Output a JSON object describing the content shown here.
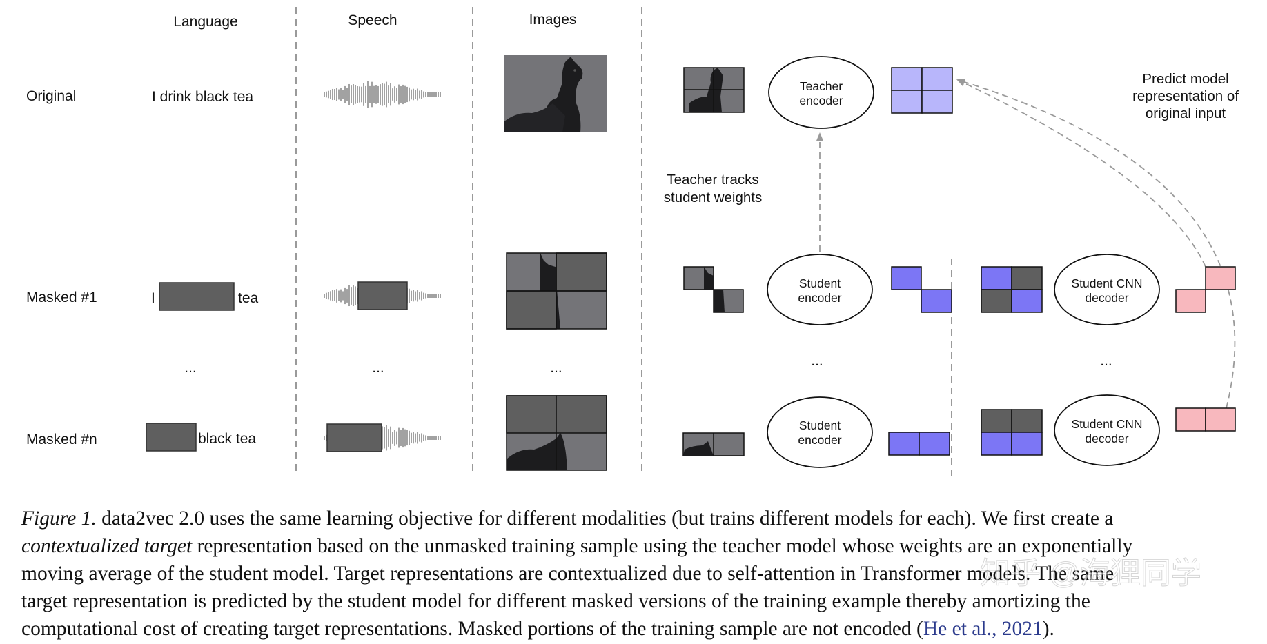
{
  "headers": {
    "language": "Language",
    "speech": "Speech",
    "images": "Images"
  },
  "rows": {
    "original": "Original",
    "masked1": "Masked #1",
    "maskedn": "Masked #n"
  },
  "language": {
    "original": "I drink black tea",
    "m1_pre": "I",
    "m1_post": "tea",
    "mn_post": "black tea"
  },
  "ellipsis": "...",
  "teacher_encoder": [
    "Teacher",
    "encoder"
  ],
  "student_encoder": [
    "Student",
    "encoder"
  ],
  "student_cnn_decoder": [
    "Student CNN",
    "decoder"
  ],
  "teacher_tracks": [
    "Teacher tracks",
    "student weights"
  ],
  "predict_label": [
    "Predict model",
    "representation of",
    "original input"
  ],
  "colors": {
    "mask": "#5f5f5f",
    "teacher_rep": "#b8b6fb",
    "student_rep": "#7c76f5",
    "decoder_out": "#f8b8be",
    "dashed": "#9a9a9a",
    "citation": "#2b3a8c"
  },
  "caption": {
    "figure_label": "Figure 1.",
    "line1_rest": " data2vec 2.0 uses the same learning objective for different modalities (but trains different models for each). We first create a",
    "line2_italic": "contextualized target",
    "line2_rest": " representation based on the unmasked training sample using the teacher model whose weights are an exponentially",
    "line3": "moving average of the student model. Target representations are contextualized due to self-attention in Transformer models. The same",
    "line4": "target representation is predicted by the student model for different masked versions of the training example thereby amortizing the",
    "line5_pre": "computational cost of creating target representations. Masked portions of the training sample are not encoded (",
    "citation": "He et al., 2021",
    "line5_post": ")."
  },
  "watermark": "知乎 @海狸同学"
}
